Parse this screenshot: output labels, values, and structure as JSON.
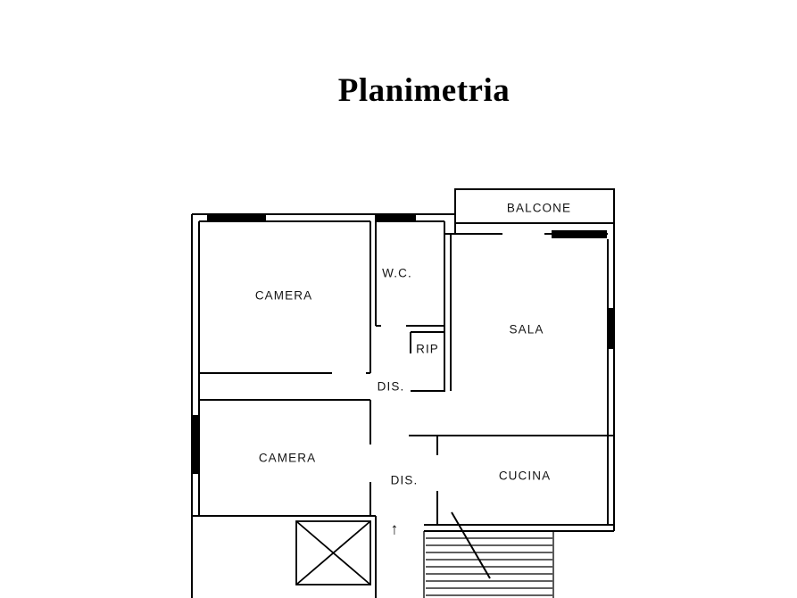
{
  "page": {
    "title": "Planimetria"
  },
  "floorplan": {
    "labels": {
      "balcone": "BALCONE",
      "camera_top": "CAMERA",
      "wc": "W.C.",
      "rip": "RIP",
      "sala": "SALA",
      "dis_top": "DIS.",
      "camera_bottom": "CAMERA",
      "dis_bottom": "DIS.",
      "cucina": "CUCINA",
      "stairs_arrow": "↑"
    },
    "colors": {
      "wall": "#000000",
      "background": "#ffffff",
      "label_text": "#141414"
    }
  }
}
